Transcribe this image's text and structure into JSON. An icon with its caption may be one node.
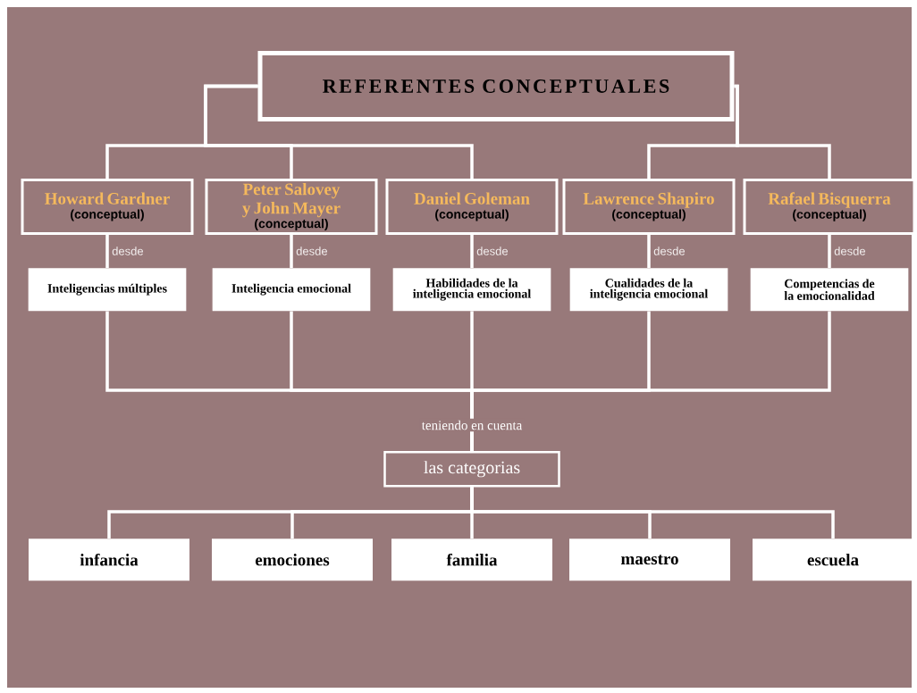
{
  "diagram": {
    "nodes": [
      {
        "text": [
          "REFERENTES CONCEPTUALES"
        ]
      },
      {
        "text": [
          "Howard Gardner",
          "(conceptual)"
        ]
      },
      {
        "text": [
          "Peter Salovey y John Mayer",
          "(conceptual)"
        ]
      },
      {
        "text": [
          "Daniel Goleman",
          "(conceptual)"
        ]
      },
      {
        "text": [
          "Lawrence Shapiro",
          "(conceptual)"
        ]
      },
      {
        "text": [
          "Rafael Bisquerra",
          "(conceptual)"
        ]
      },
      {
        "text": [
          "Inteligencias múltiples"
        ]
      },
      {
        "text": [
          "Inteligencia emocional"
        ]
      },
      {
        "text": [
          "Habilidades de la inteligencia emocional"
        ]
      },
      {
        "text": [
          "Cualidades de la inteligencia emocional"
        ]
      },
      {
        "text": [
          "Competencias de la emocionalidad"
        ]
      },
      {
        "text": [
          "las categorias"
        ]
      },
      {
        "text": [
          "infancia"
        ]
      },
      {
        "text": [
          "emociones"
        ]
      },
      {
        "text": [
          "familia"
        ]
      },
      {
        "text": [
          "maestro"
        ]
      },
      {
        "text": [
          "escuela"
        ]
      }
    ],
    "edges": [
      {
        "from": 0,
        "to": 1,
        "arrow": "none"
      },
      {
        "from": 0,
        "to": 2,
        "arrow": "none"
      },
      {
        "from": 0,
        "to": 3,
        "arrow": "none"
      },
      {
        "from": 0,
        "to": 4,
        "arrow": "none"
      },
      {
        "from": 0,
        "to": 5,
        "arrow": "none"
      },
      {
        "from": 1,
        "to": 6,
        "arrow": "none",
        "label": "desde"
      },
      {
        "from": 2,
        "to": 7,
        "arrow": "none",
        "label": "desde"
      },
      {
        "from": 3,
        "to": 8,
        "arrow": "none",
        "label": "desde"
      },
      {
        "from": 4,
        "to": 9,
        "arrow": "none",
        "label": "desde"
      },
      {
        "from": 5,
        "to": 10,
        "arrow": "none",
        "label": "desde"
      },
      {
        "from": 6,
        "to": 11,
        "arrow": "none"
      },
      {
        "from": 7,
        "to": 11,
        "arrow": "none"
      },
      {
        "from": 8,
        "to": 11,
        "arrow": "none",
        "label": "teniendo en cuenta"
      },
      {
        "from": 9,
        "to": 11,
        "arrow": "none"
      },
      {
        "from": 10,
        "to": 11,
        "arrow": "none"
      },
      {
        "from": 11,
        "to": 12,
        "arrow": "none"
      },
      {
        "from": 11,
        "to": 13,
        "arrow": "none"
      },
      {
        "from": 11,
        "to": 14,
        "arrow": "none"
      },
      {
        "from": 11,
        "to": 15,
        "arrow": "none"
      },
      {
        "from": 11,
        "to": 16,
        "arrow": "none"
      }
    ]
  }
}
